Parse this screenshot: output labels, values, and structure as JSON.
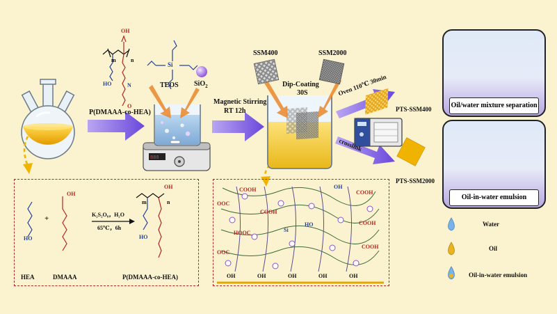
{
  "polymer": {
    "cooh_top": "OH",
    "label": "P(DMAAA-co-HEA)",
    "m": "m",
    "n": "n",
    "ho": "HO",
    "n_plus": "N",
    "o": "O"
  },
  "reagents": {
    "teos": "TEOS",
    "sio2_text": "SiO",
    "sio2_sub": "2",
    "si": "Si"
  },
  "steps": {
    "stirring_line1": "Magnetic Stirring",
    "stirring_line2": "RT 12h",
    "dip_line1": "Dip-Coating",
    "dip_line2": "30S",
    "ssm400": "SSM400",
    "ssm2000": "SSM2000",
    "oven": "Oven 110℃ 30min",
    "crosslink": "crosslink",
    "pts400": "PTS-SSM400",
    "pts2000": "PTS-SSM2000"
  },
  "reaction": {
    "hea": "HEA",
    "dmaaa": "DMAAA",
    "plus": "+",
    "conditions1": "K₂S₂O₈，H₂O",
    "conditions2": "65℃，6h",
    "product": "P(DMAAA-co-HEA)",
    "oh": "OH",
    "ho": "HO",
    "n": "n",
    "m": "m"
  },
  "network": {
    "cooh": "COOH",
    "hooc": "HOOC",
    "ooc": "OOC",
    "oh": "OH",
    "oh_surface": "OH",
    "ho": "HO",
    "si": "Si"
  },
  "panels": {
    "top_caption": "Oil/water mixture separation",
    "bottom_caption": "Oil-in-water emulsion separation"
  },
  "legend": {
    "water": "Water",
    "oil": "Oil",
    "emulsion": "Oil-in-water emulsion"
  },
  "colors": {
    "background": "#fbf3cf",
    "arrow_purple": "#7b5ce0",
    "dashed_red": "#b3261e",
    "solution_yellow": "#f0b400",
    "mesh_gold": "#f3c04a",
    "water_blue": "#79b4e8",
    "oil_gold": "#e8b520"
  }
}
